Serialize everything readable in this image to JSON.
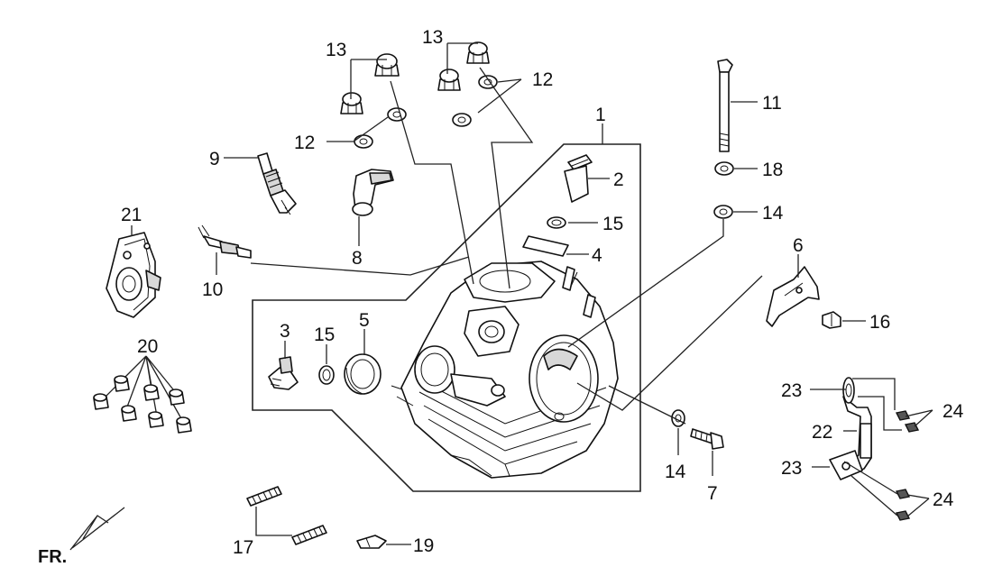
{
  "labels": {
    "p1": "1",
    "p2": "2",
    "p3": "3",
    "p4": "4",
    "p5": "5",
    "p6": "6",
    "p7": "7",
    "p8": "8",
    "p9": "9",
    "p10": "10",
    "p11": "11",
    "p12a": "12",
    "p12b": "12",
    "p13a": "13",
    "p13b": "13",
    "p14a": "14",
    "p14b": "14",
    "p15a": "15",
    "p15b": "15",
    "p16": "16",
    "p17": "17",
    "p18": "18",
    "p19": "19",
    "p20": "20",
    "p21": "21",
    "p22": "22",
    "p23a": "23",
    "p23b": "23",
    "p24a": "24",
    "p24b": "24"
  },
  "orientation": {
    "front": "FR."
  }
}
